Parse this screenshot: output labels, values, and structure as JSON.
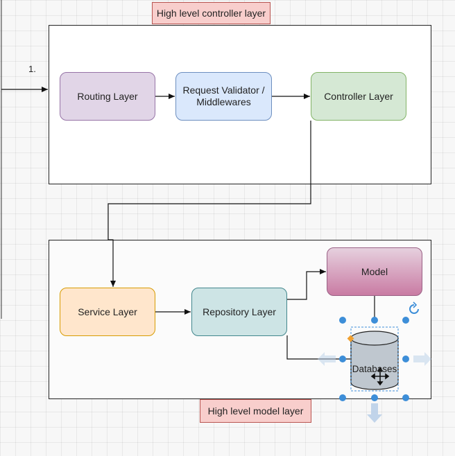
{
  "step_marker": "1.",
  "controller_layer": {
    "label": "High level controller layer",
    "routing": "Routing Layer",
    "validator": "Request Validator /\nMiddlewares",
    "controller": "Controller Layer"
  },
  "model_layer": {
    "label": "High level model layer",
    "service": "Service Layer",
    "repository": "Repository Layer",
    "model": "Model",
    "database": "Databases"
  },
  "colors": {
    "routing": "#e1d5e7",
    "validator": "#dae8fc",
    "controller": "#d5e8d4",
    "service": "#ffe6cc",
    "repository": "#cde4e5",
    "model": "#c97ba3",
    "tag": "#f8cecc",
    "selection_handle": "#3d8ed8"
  }
}
